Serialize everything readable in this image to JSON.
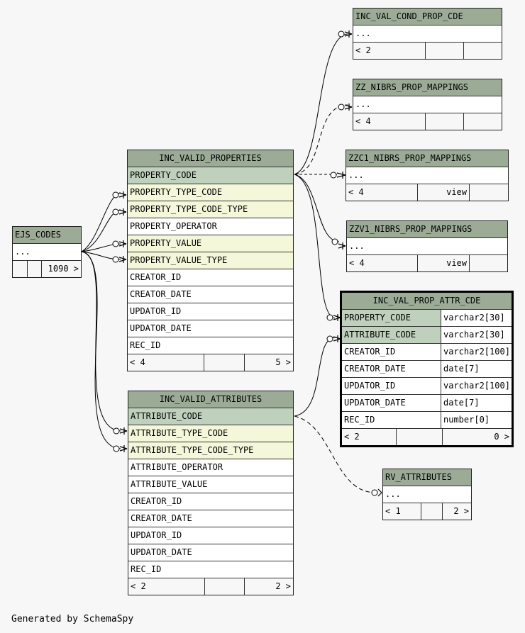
{
  "footer": {
    "generated_by": "Generated by SchemaSpy"
  },
  "tables": {
    "ejs_codes": {
      "name": "EJS_CODES",
      "ellipsis": "...",
      "parents": "",
      "children": "1090 >"
    },
    "inc_valid_properties": {
      "name": "INC_VALID_PROPERTIES",
      "columns": [
        "PROPERTY_CODE",
        "PROPERTY_TYPE_CODE",
        "PROPERTY_TYPE_CODE_TYPE",
        "PROPERTY_OPERATOR",
        "PROPERTY_VALUE",
        "PROPERTY_VALUE_TYPE",
        "CREATOR_ID",
        "CREATOR_DATE",
        "UPDATOR_ID",
        "UPDATOR_DATE",
        "REC_ID"
      ],
      "parents": "< 4",
      "children": "5 >"
    },
    "inc_valid_attributes": {
      "name": "INC_VALID_ATTRIBUTES",
      "columns": [
        "ATTRIBUTE_CODE",
        "ATTRIBUTE_TYPE_CODE",
        "ATTRIBUTE_TYPE_CODE_TYPE",
        "ATTRIBUTE_OPERATOR",
        "ATTRIBUTE_VALUE",
        "CREATOR_ID",
        "CREATOR_DATE",
        "UPDATOR_ID",
        "UPDATOR_DATE",
        "REC_ID"
      ],
      "parents": "< 2",
      "children": "2 >"
    },
    "inc_val_cond_prop_cde": {
      "name": "INC_VAL_COND_PROP_CDE",
      "ellipsis": "...",
      "parents": "< 2"
    },
    "zz_nibrs_prop_mappings": {
      "name": "ZZ_NIBRS_PROP_MAPPINGS",
      "ellipsis": "...",
      "parents": "< 4"
    },
    "zzc1_nibrs_prop_mappings": {
      "name": "ZZC1_NIBRS_PROP_MAPPINGS",
      "ellipsis": "...",
      "parents": "< 4",
      "kind": "view"
    },
    "zzv1_nibrs_prop_mappings": {
      "name": "ZZV1_NIBRS_PROP_MAPPINGS",
      "ellipsis": "...",
      "parents": "< 4",
      "kind": "view"
    },
    "inc_val_prop_attr_cde": {
      "name": "INC_VAL_PROP_ATTR_CDE",
      "columns": [
        {
          "name": "PROPERTY_CODE",
          "type": "varchar2[30]"
        },
        {
          "name": "ATTRIBUTE_CODE",
          "type": "varchar2[30]"
        },
        {
          "name": "CREATOR_ID",
          "type": "varchar2[100]"
        },
        {
          "name": "CREATOR_DATE",
          "type": "date[7]"
        },
        {
          "name": "UPDATOR_ID",
          "type": "varchar2[100]"
        },
        {
          "name": "UPDATOR_DATE",
          "type": "date[7]"
        },
        {
          "name": "REC_ID",
          "type": "number[0]"
        }
      ],
      "parents": "< 2",
      "children": "0 >"
    },
    "rv_attributes": {
      "name": "RV_ATTRIBUTES",
      "ellipsis": "...",
      "parents": "< 1",
      "children": "2 >"
    }
  }
}
